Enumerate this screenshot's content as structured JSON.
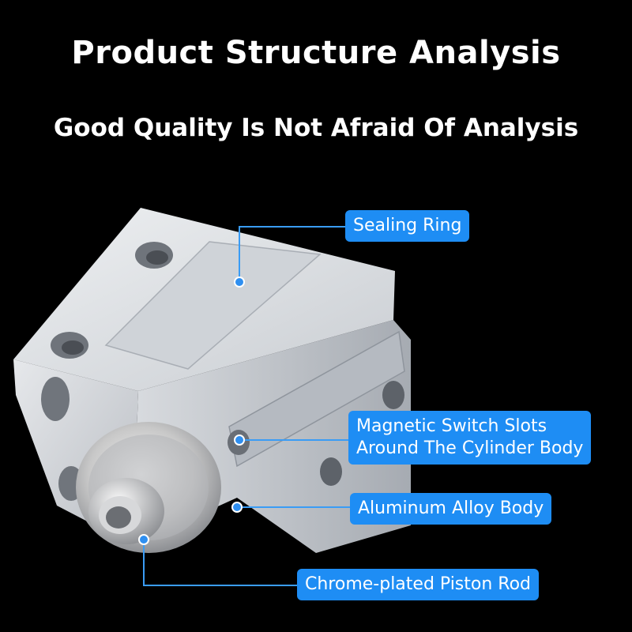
{
  "headline": "Product Structure Analysis",
  "subheadline": "Good Quality Is Not Afraid Of Analysis",
  "labels": {
    "sealing_ring": "Sealing Ring",
    "magnetic_slots_line1": "Magnetic Switch Slots",
    "magnetic_slots_line2": "Around The Cylinder Body",
    "aluminum_body": "Aluminum Alloy Body",
    "piston_rod": "Chrome-plated Piston Rod"
  },
  "colors": {
    "background": "#000000",
    "accent": "#1e8df4",
    "callout_line": "#3a9cf5"
  }
}
